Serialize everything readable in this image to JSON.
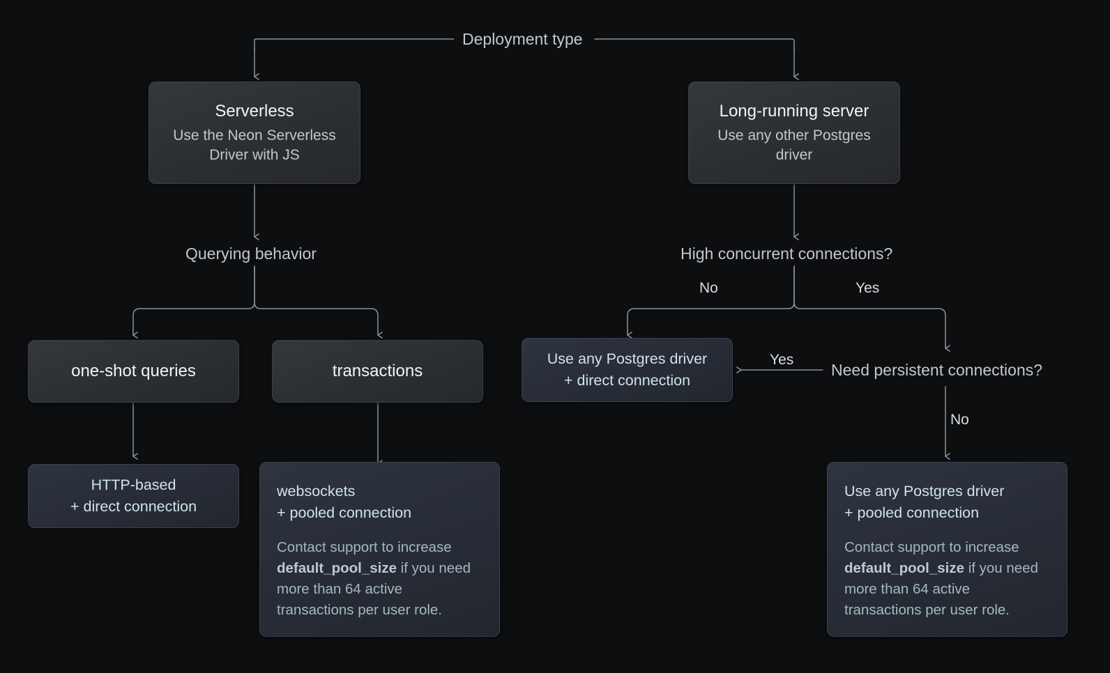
{
  "diagram": {
    "title": "Deployment type",
    "root_label": "Deployment type",
    "decisions": {
      "querying_behavior": "Querying behavior",
      "high_concurrent": "High concurrent connections?",
      "need_persistent": "Need persistent connections?"
    },
    "edge_labels": {
      "hc_no": "No",
      "hc_yes": "Yes",
      "np_yes": "Yes",
      "np_no": "No"
    },
    "nodes": {
      "serverless": {
        "title": "Serverless",
        "subtitle": "Use the Neon Serverless Driver with JS"
      },
      "long_running": {
        "title": "Long-running server",
        "subtitle": "Use any other Postgres driver"
      },
      "one_shot": {
        "title": "one-shot queries"
      },
      "transactions": {
        "title": "transactions"
      },
      "http_direct": {
        "line1": "HTTP-based",
        "line2": "+ direct connection"
      },
      "websockets_pooled": {
        "line1": "websockets",
        "line2": "+ pooled connection",
        "body_pre": "Contact support to increase ",
        "body_code": "default_pool_size",
        "body_post": " if you need more than 64 active transactions per user role."
      },
      "pg_direct": {
        "line1": "Use any Postgres driver",
        "line2": "+ direct connection"
      },
      "pg_pooled": {
        "line1": "Use any Postgres driver",
        "line2": "+ pooled connection",
        "body_pre": "Contact support to increase ",
        "body_code": "default_pool_size",
        "body_post": " if you need more than 64 active transactions per user role."
      }
    },
    "colors": {
      "background": "#0d0e0f",
      "node_gray": "#2c2f33",
      "node_blue": "#272c36",
      "edge_stroke": "#8c929a",
      "text_primary": "#f2f4f6",
      "text_secondary": "#c3c8cd",
      "text_accent": "#cfe4e8",
      "text_body": "#a3b9be"
    }
  }
}
